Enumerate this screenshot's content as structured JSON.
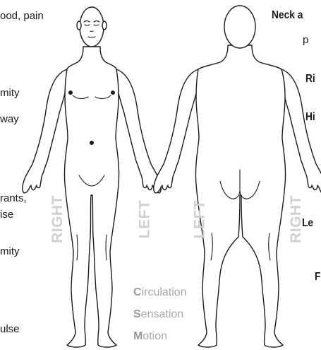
{
  "left_text": {
    "line1": "ood, pain",
    "line2": "mity",
    "line3": "way",
    "line4": "rants,",
    "line5": "ise",
    "line6": "mity",
    "line7": "ulse"
  },
  "right_text": {
    "heading1": "Neck a",
    "line_p": "p",
    "heading_ri": "Ri",
    "heading_hi": "Hi",
    "heading_le": "Le",
    "heading_f": "F"
  },
  "side_labels": {
    "front_right": "RIGHT",
    "front_left": "LEFT",
    "back_left": "LEFT",
    "back_right": "RIGHT"
  },
  "csm": [
    {
      "initial": "C",
      "rest": "irculation"
    },
    {
      "initial": "S",
      "rest": "ensation"
    },
    {
      "initial": "M",
      "rest": "otion"
    }
  ],
  "colors": {
    "outline": "#1a1a1a",
    "side_label": "#d0d0d0",
    "csm": "#a8a8a8"
  }
}
